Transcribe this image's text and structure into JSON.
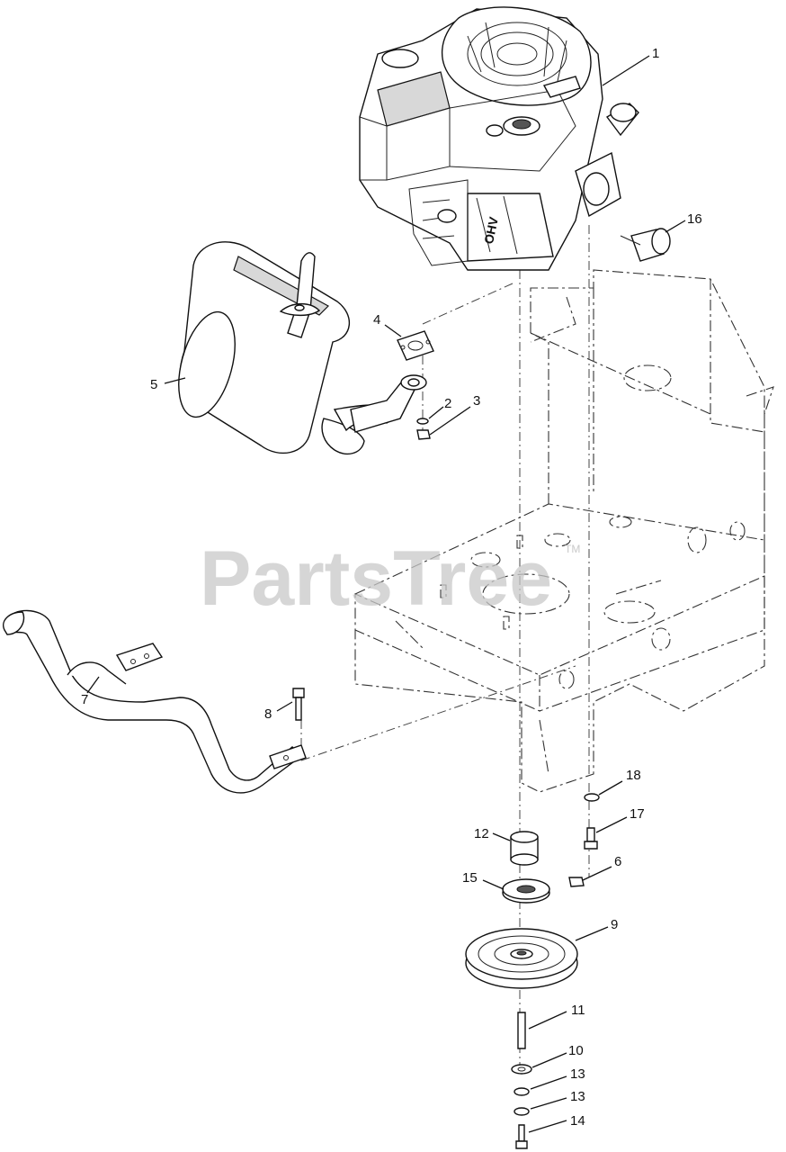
{
  "watermark": {
    "text": "PartsTree",
    "trademark": "TM"
  },
  "engine_label": "OHV",
  "callouts": [
    {
      "id": "c1",
      "label": "1"
    },
    {
      "id": "c2",
      "label": "2"
    },
    {
      "id": "c3",
      "label": "3"
    },
    {
      "id": "c4",
      "label": "4"
    },
    {
      "id": "c5",
      "label": "5"
    },
    {
      "id": "c6",
      "label": "6"
    },
    {
      "id": "c7",
      "label": "7"
    },
    {
      "id": "c8",
      "label": "8"
    },
    {
      "id": "c9",
      "label": "9"
    },
    {
      "id": "c10",
      "label": "10"
    },
    {
      "id": "c11",
      "label": "11"
    },
    {
      "id": "c12",
      "label": "12"
    },
    {
      "id": "c13a",
      "label": "13"
    },
    {
      "id": "c13b",
      "label": "13"
    },
    {
      "id": "c14",
      "label": "14"
    },
    {
      "id": "c15",
      "label": "15"
    },
    {
      "id": "c16",
      "label": "16"
    },
    {
      "id": "c17",
      "label": "17"
    },
    {
      "id": "c18",
      "label": "18"
    }
  ]
}
